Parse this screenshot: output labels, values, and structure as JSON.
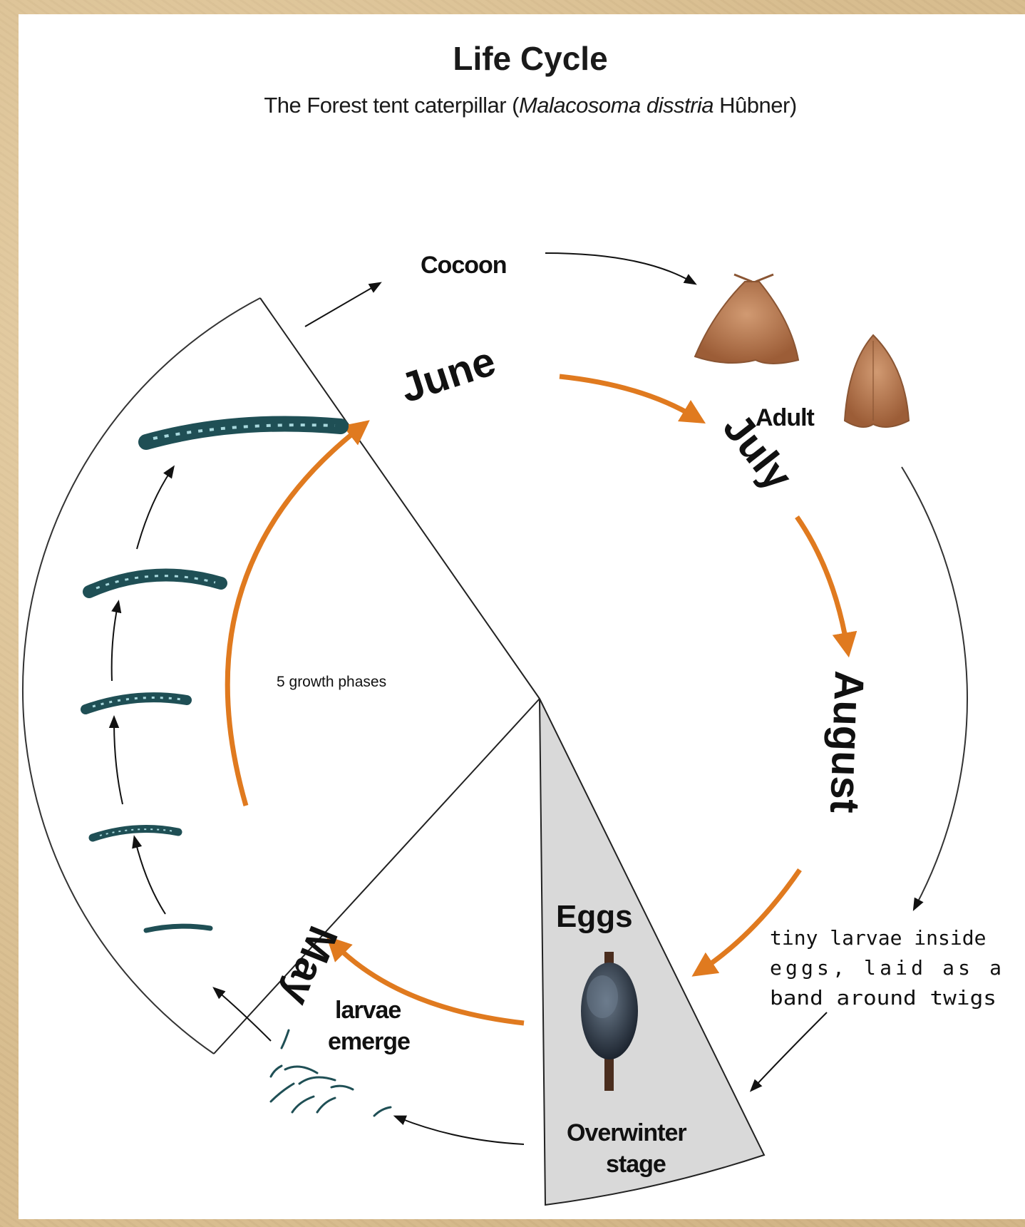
{
  "title": "Life Cycle",
  "subtitle": {
    "prefix": "The Forest tent caterpillar (",
    "species": "Malacosoma disstria",
    "suffix": " Hûbner)"
  },
  "months": {
    "june": "June",
    "july": "July",
    "august": "August",
    "may": "May"
  },
  "stages": {
    "cocoon": "Cocoon",
    "adult": "Adult",
    "eggs": "Eggs",
    "overwinter_line1": "Overwinter",
    "overwinter_line2": "stage",
    "larvae_line1": "larvae",
    "larvae_line2": "emerge",
    "growth_phases": "5 growth phases",
    "egg_note_line1": "tiny larvae inside",
    "egg_note_line2": "eggs, laid as a",
    "egg_note_line3": "band around twigs"
  },
  "colors": {
    "cycle_arrow": "#e07a1f",
    "caterpillar": "#1f4f55",
    "moth": "#b5764c",
    "egg_sector": "#d9d9d9"
  }
}
